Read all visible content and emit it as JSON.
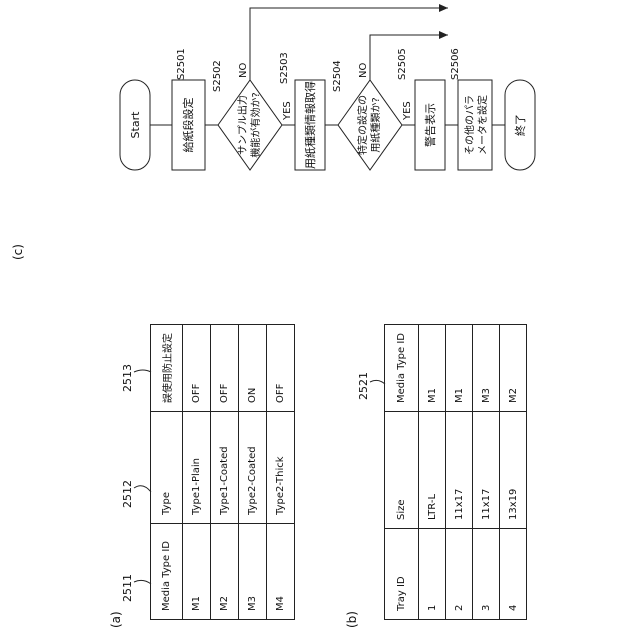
{
  "captions": {
    "a": "(a)",
    "b": "(b)",
    "c": "(c)"
  },
  "table_a": {
    "refs": [
      "2511",
      "2512",
      "2513"
    ],
    "headers": [
      "Media Type ID",
      "Type",
      "誤使用防止設定"
    ],
    "rows": [
      [
        "M1",
        "Type1-Plain",
        "OFF"
      ],
      [
        "M2",
        "Type1-Coated",
        "OFF"
      ],
      [
        "M3",
        "Type2-Coated",
        "ON"
      ],
      [
        "M4",
        "Type2-Thick",
        "OFF"
      ]
    ]
  },
  "table_b": {
    "refs": [
      "2521"
    ],
    "headers": [
      "Tray ID",
      "Size",
      "Media Type ID"
    ],
    "rows": [
      [
        "1",
        "LTR-L",
        "M1"
      ],
      [
        "2",
        "11x17",
        "M1"
      ],
      [
        "3",
        "11x17",
        "M3"
      ],
      [
        "4",
        "13x19",
        "M2"
      ]
    ]
  },
  "flowchart": {
    "start": "Start",
    "end": "終了",
    "steps": [
      {
        "id": "S2501",
        "label": "給紙段設定"
      },
      {
        "id": "S2502",
        "label_lines": [
          "サンプル出力",
          "機能が有効か?"
        ],
        "yes": "YES",
        "no": "NO"
      },
      {
        "id": "S2503",
        "label": "用紙種類情報取得"
      },
      {
        "id": "S2504",
        "label_lines": [
          "特定の設定の",
          "用紙種類か?"
        ],
        "yes": "YES",
        "no": "NO"
      },
      {
        "id": "S2505",
        "label": "警告表示"
      },
      {
        "id": "S2506",
        "label_lines": [
          "その他のパラ",
          "メータを設定"
        ]
      }
    ]
  }
}
